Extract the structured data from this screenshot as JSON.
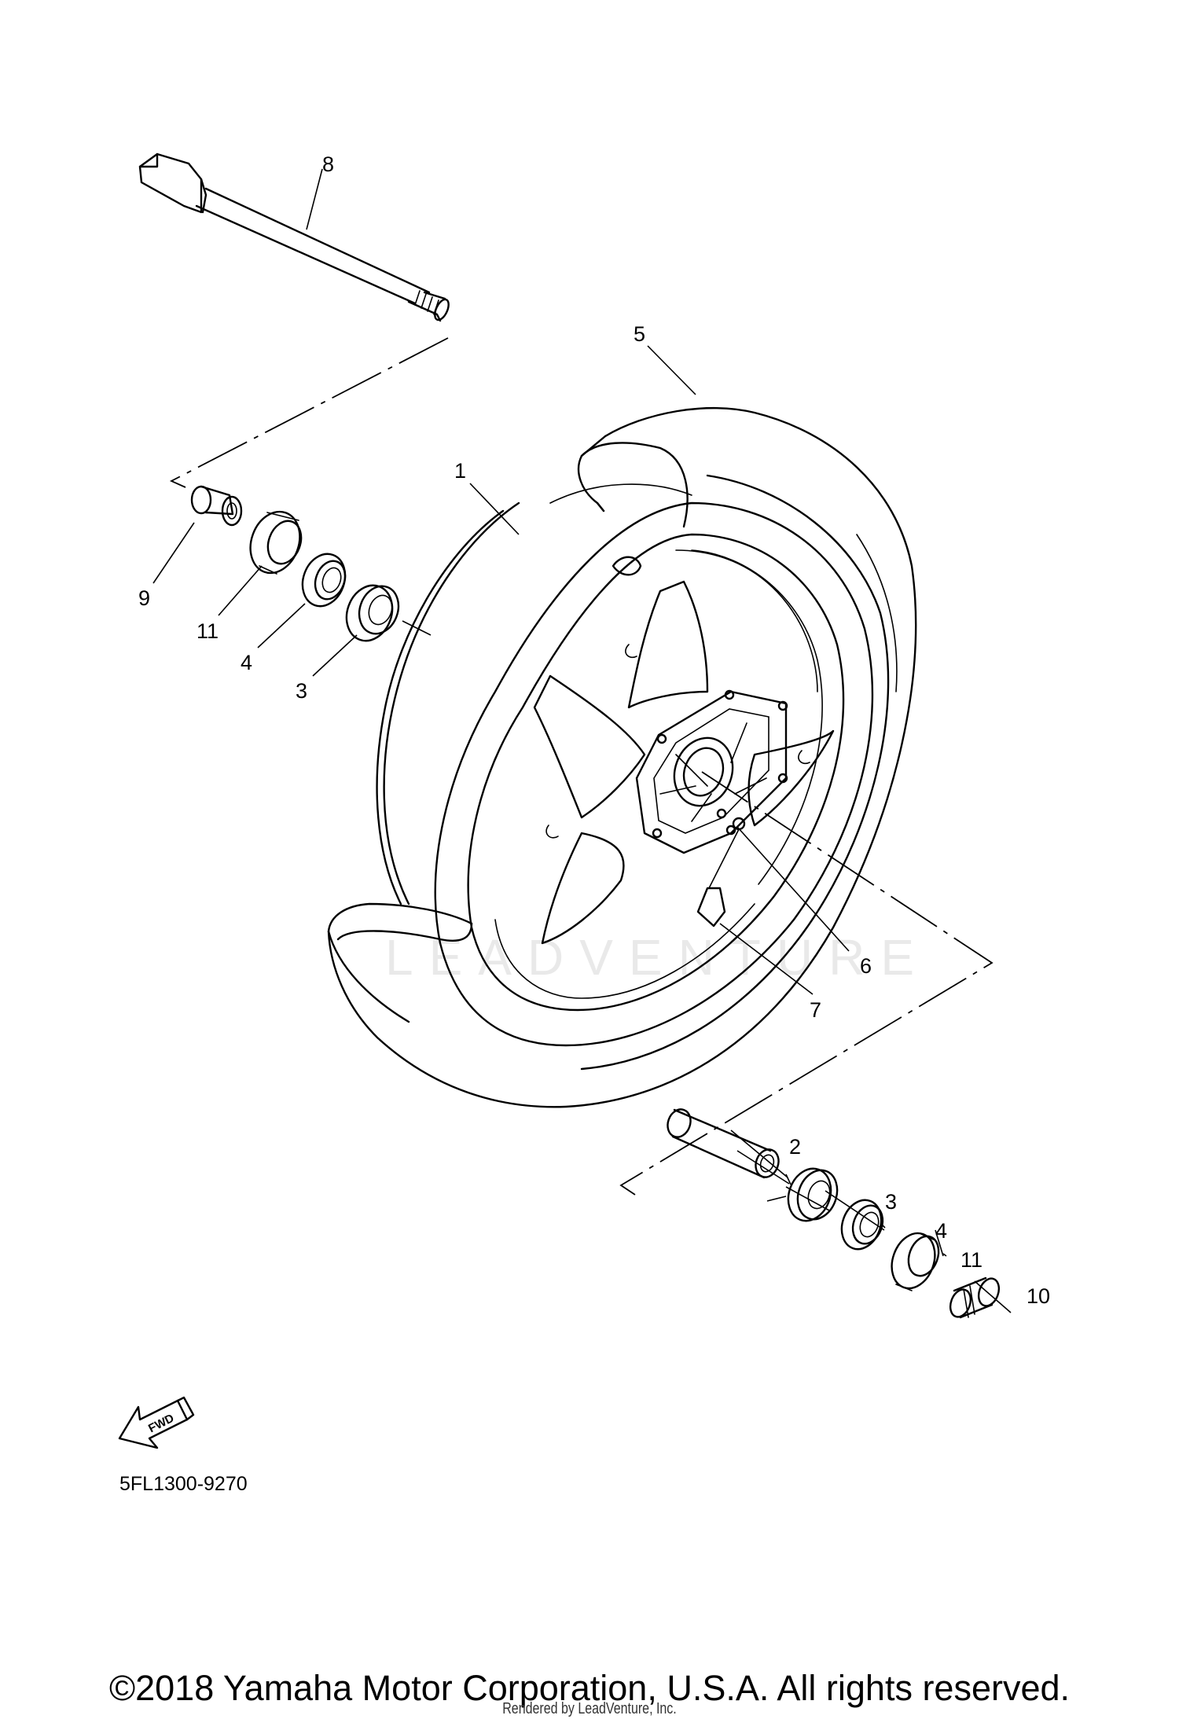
{
  "diagram": {
    "diagram_code": "5FL1300-9270",
    "fwd_label": "FWD",
    "watermark": "LEADVENTURE",
    "callouts": [
      "8",
      "5",
      "1",
      "9",
      "11",
      "4",
      "3",
      "6",
      "7",
      "2",
      "3",
      "4",
      "11",
      "10"
    ]
  },
  "footer": {
    "copyright": "©2018 Yamaha Motor Corporation, U.S.A. All rights reserved.",
    "rendered_by": "Rendered by LeadVenture, Inc."
  }
}
